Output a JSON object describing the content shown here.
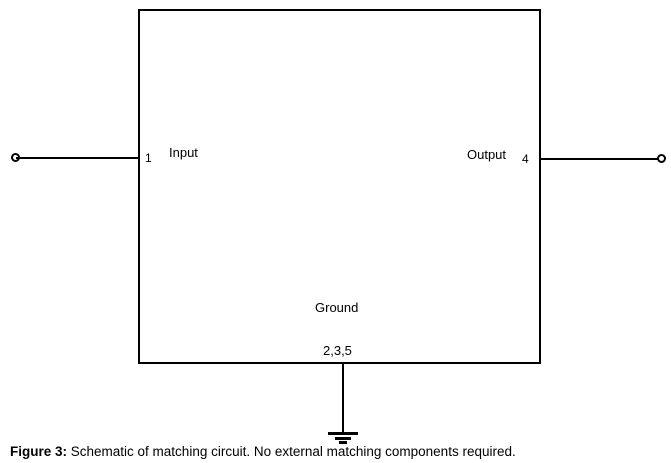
{
  "schematic": {
    "pins": {
      "input": {
        "number": "1",
        "label": "Input"
      },
      "output": {
        "number": "4",
        "label": "Output"
      },
      "ground": {
        "numbers": "2,3,5",
        "label": "Ground"
      }
    },
    "colors": {
      "line": "#000000",
      "background": "#ffffff"
    }
  },
  "caption": {
    "bold": "Figure 3:",
    "text": " Schematic of matching circuit. No external matching components required."
  }
}
